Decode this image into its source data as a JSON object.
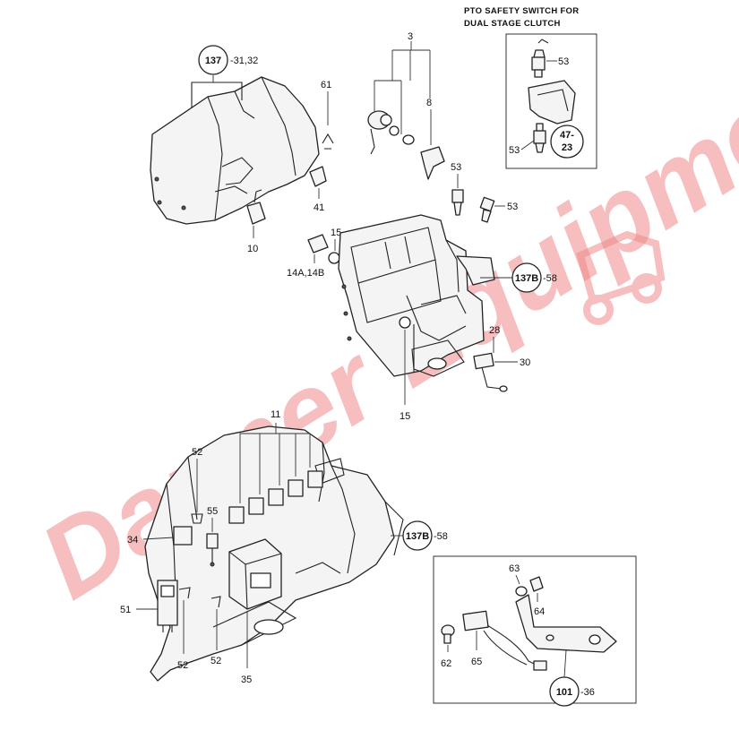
{
  "inset_top": {
    "title_line1": "PTO SAFETY SWITCH FOR",
    "title_line2": "DUAL STAGE CLUTCH",
    "labels": [
      "53",
      "53"
    ],
    "circle_ref_top": "47-",
    "circle_ref_bottom": "23"
  },
  "refs": {
    "r137": "137",
    "r137_suffix": "-31,32",
    "r137b_mid": "137B",
    "r137b_mid_suffix": "-58",
    "r137b_low": "137B",
    "r137b_low_suffix": "-58",
    "r101": "101",
    "r101_suffix": "-36"
  },
  "labels": {
    "l3": "3",
    "l8": "8",
    "l61": "61",
    "l41": "41",
    "l10": "10",
    "l15a": "15",
    "l14": "14A,14B",
    "l53a": "53",
    "l53b": "53",
    "l28": "28",
    "l30": "30",
    "l15b": "15",
    "l11": "11",
    "l52a": "52",
    "l55": "55",
    "l34": "34",
    "l51": "51",
    "l52b": "52",
    "l52c": "52",
    "l35": "35",
    "l63": "63",
    "l64": "64",
    "l62": "62",
    "l65": "65"
  },
  "watermark": {
    "text": "Danner Equipment",
    "color": "#f08a8a"
  }
}
